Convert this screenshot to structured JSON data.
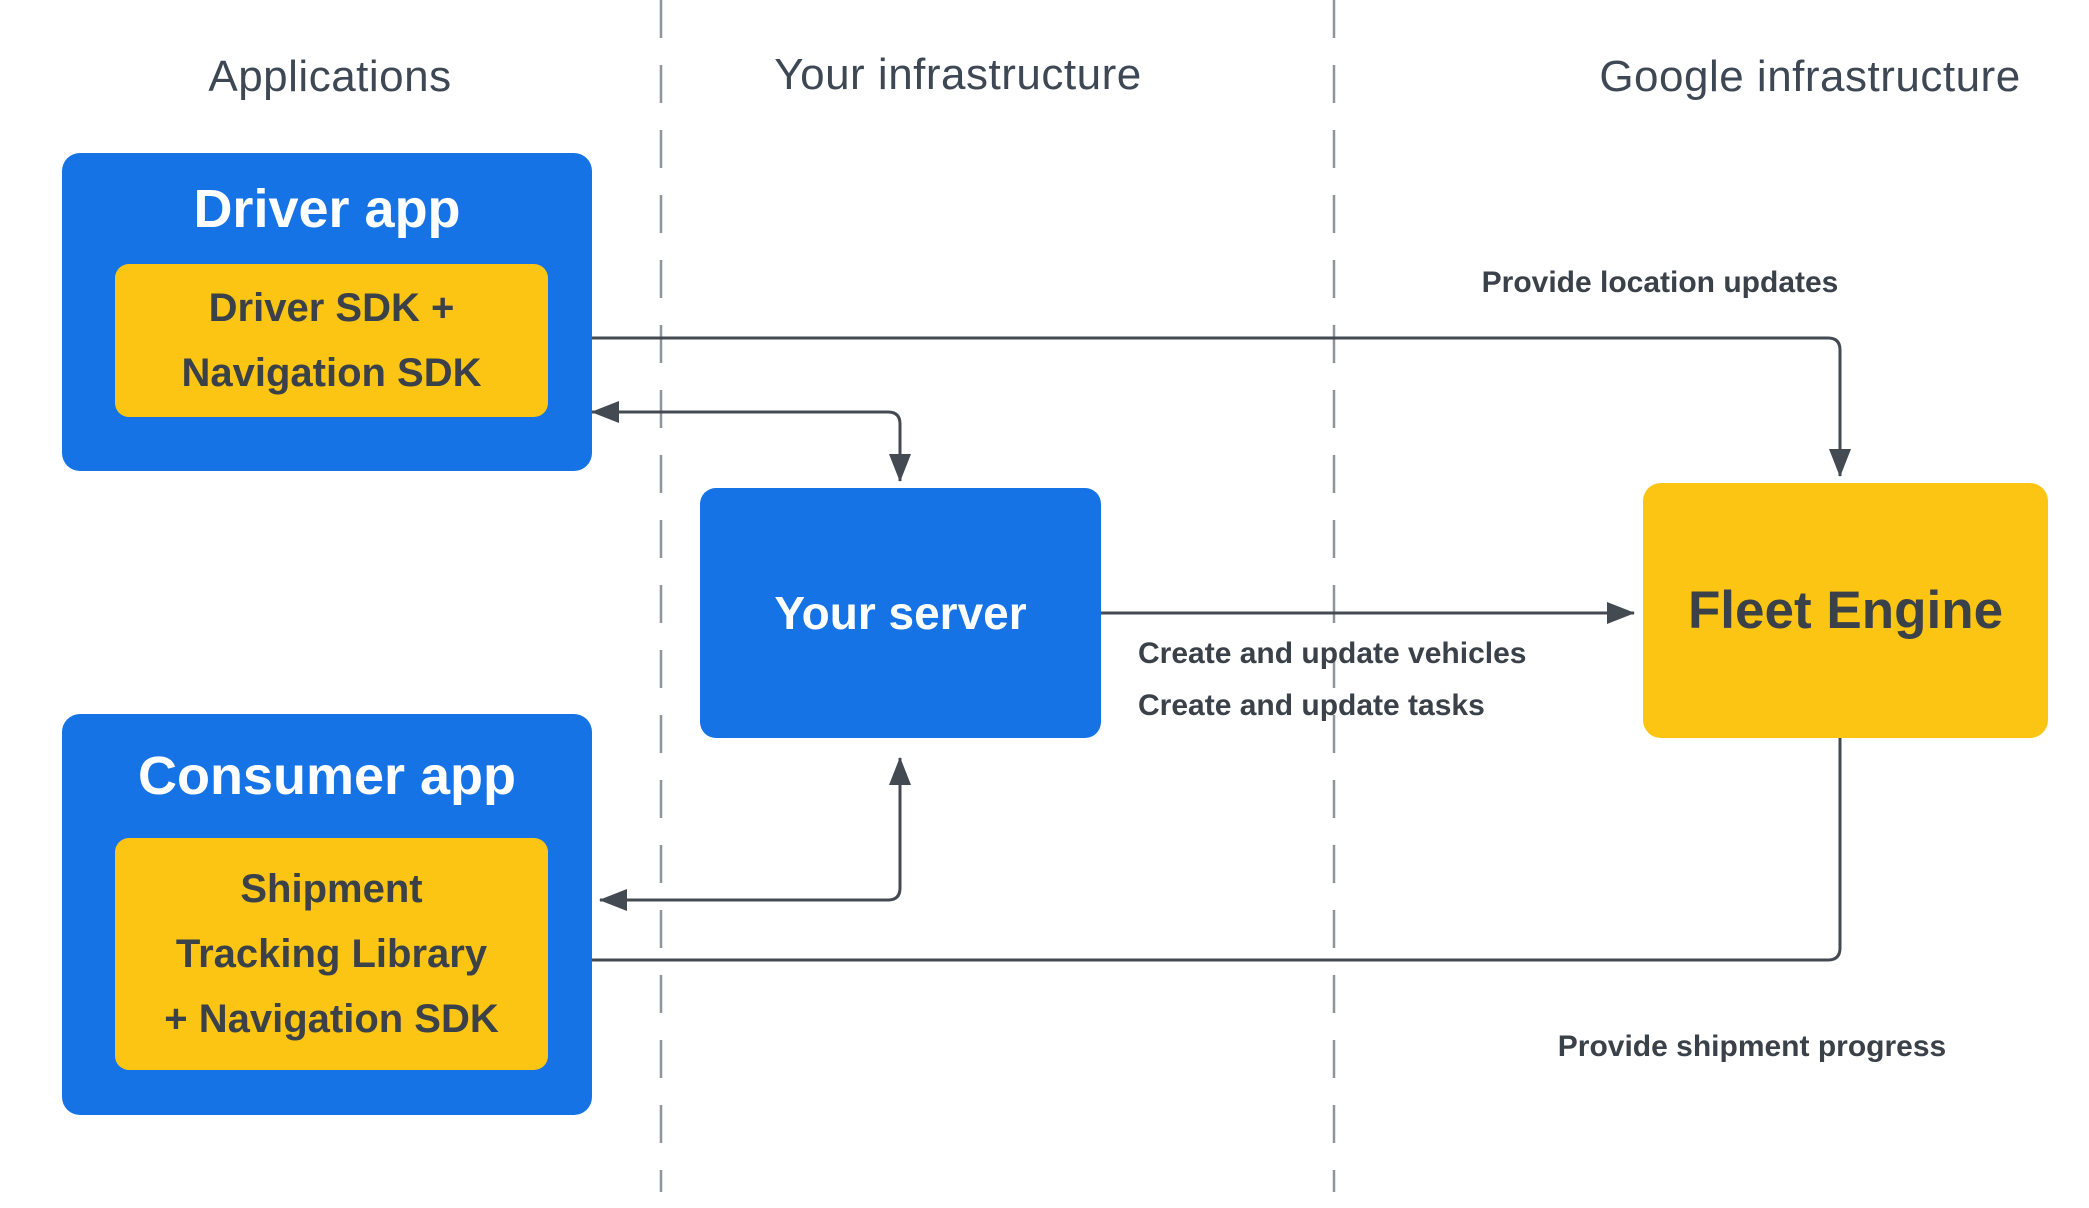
{
  "headers": {
    "applications": "Applications",
    "your_infrastructure": "Your infrastructure",
    "google_infrastructure": "Google infrastructure"
  },
  "boxes": {
    "driver_app": {
      "title": "Driver app",
      "sdk": {
        "lines": [
          "Driver SDK +",
          "Navigation SDK"
        ]
      }
    },
    "your_server": {
      "title": "Your server"
    },
    "fleet_engine": {
      "title": "Fleet Engine"
    },
    "consumer_app": {
      "title": "Consumer app",
      "lib": {
        "lines": [
          "Shipment",
          "Tracking Library",
          "+ Navigation SDK"
        ]
      }
    }
  },
  "flow_labels": {
    "provide_location_updates": "Provide location updates",
    "create_update": {
      "lines": [
        "Create and update vehicles",
        "Create and update tasks"
      ]
    },
    "provide_shipment_progress": "Provide shipment progress"
  },
  "colors": {
    "blue": "#1573e6",
    "yellow": "#fcc513",
    "arrow": "#434a52",
    "text_dark": "#3a4149",
    "header": "#3e4854",
    "dashed_line": "#8e949c",
    "background": "#ffffff"
  }
}
